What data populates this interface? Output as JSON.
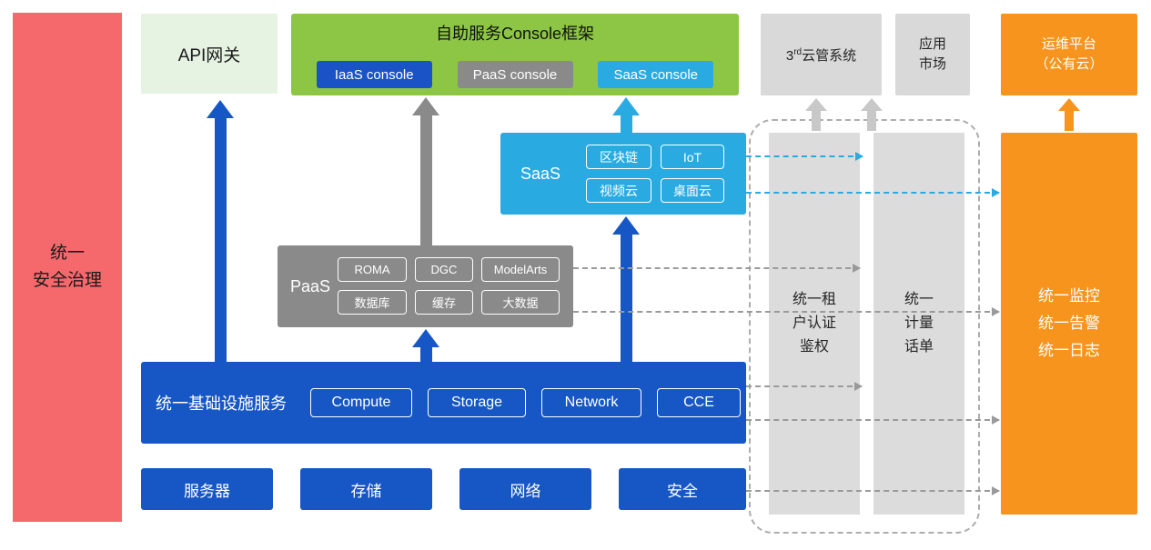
{
  "colors": {
    "blue": "#1757C5",
    "cyan": "#29ABE2",
    "gray": "#8A8A8A",
    "green": "#8CC644",
    "light_green": "#E6F3E3",
    "orange": "#F7941E",
    "red": "#F5686C",
    "light_gray": "#DCDCDC"
  },
  "left_bar": {
    "label": "统一\n安全治理"
  },
  "top_row": {
    "api_gateway": {
      "label": "API网关"
    },
    "console_frame": {
      "title": "自助服务Console框架",
      "consoles": [
        {
          "label": "IaaS console"
        },
        {
          "label": "PaaS console"
        },
        {
          "label": "SaaS console"
        }
      ]
    },
    "third_party": {
      "prefix": "3",
      "sup": "rd",
      "rest": "云管系统"
    },
    "app_market": {
      "label": "应用\n市场"
    },
    "ops_platform": {
      "label": "运维平台\n（公有云）"
    }
  },
  "saas": {
    "label": "SaaS",
    "chips": [
      "区块链",
      "IoT",
      "视频云",
      "桌面云"
    ]
  },
  "paas": {
    "label": "PaaS",
    "chips": [
      "ROMA",
      "DGC",
      "ModelArts",
      "数据库",
      "缓存",
      "大数据"
    ]
  },
  "infra": {
    "label": "统一基础设施服务",
    "chips": [
      "Compute",
      "Storage",
      "Network",
      "CCE"
    ]
  },
  "bottom_row": [
    "服务器",
    "存储",
    "网络",
    "安全"
  ],
  "right_columns": {
    "auth": {
      "label": "统一租\n户认证\n鉴权"
    },
    "billing": {
      "label": "统一\n计量\n话单"
    }
  },
  "ops_box": {
    "label": "统一监控\n统一告警\n统一日志"
  }
}
